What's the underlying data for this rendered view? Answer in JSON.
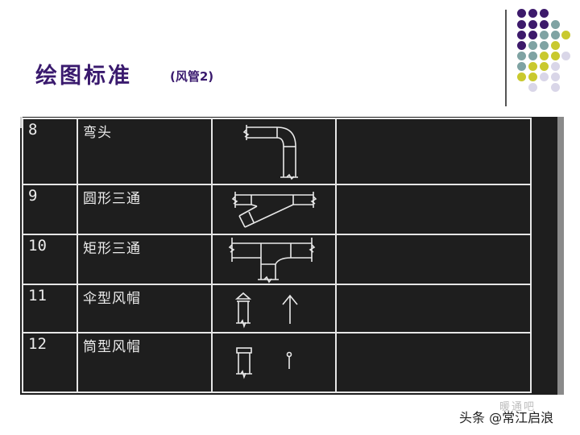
{
  "slide": {
    "title": "绘图标准",
    "subtitle": "(风管2)"
  },
  "decoration": {
    "dot_colors": {
      "purple": "#3d1a6b",
      "teal": "#7fa3a3",
      "yellow": "#c9c92e",
      "lavender": "#d9d6e8"
    },
    "line_color": "#555555"
  },
  "table": {
    "colors": {
      "background": "#1e1e1e",
      "lines": "#e6e6e6",
      "text": "#ececec"
    },
    "rows": [
      {
        "number": "8",
        "name": "弯头",
        "symbol": "elbow-symbol",
        "remark": ""
      },
      {
        "number": "9",
        "name": "圆形三通",
        "symbol": "round-tee-symbol",
        "remark": ""
      },
      {
        "number": "10",
        "name": "矩形三通",
        "symbol": "rectangular-tee-symbol",
        "remark": ""
      },
      {
        "number": "11",
        "name": "伞型风帽",
        "symbol": "umbrella-cowl-symbol",
        "remark": ""
      },
      {
        "number": "12",
        "name": "筒型风帽",
        "symbol": "cylindrical-cowl-symbol",
        "remark": ""
      }
    ]
  },
  "watermark": {
    "text": "头条 @常江启浪",
    "logo_text": "暖通吧"
  }
}
